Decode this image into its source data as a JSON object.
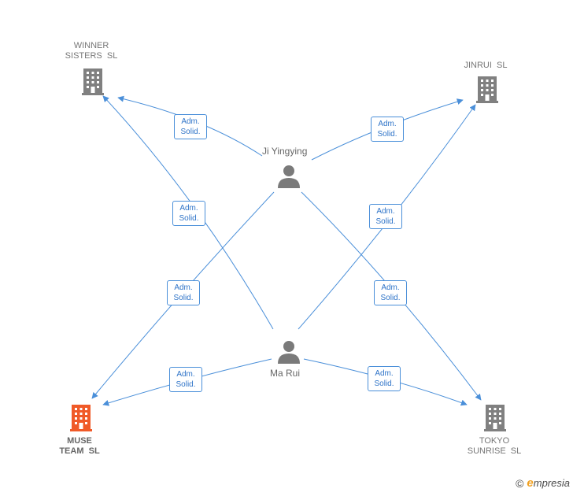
{
  "companies": {
    "winner": {
      "line1": "WINNER",
      "line2": "SISTERS  SL",
      "color": "#808080"
    },
    "jinrui": {
      "line1": "JINRUI  SL",
      "line2": "",
      "color": "#808080"
    },
    "muse": {
      "line1": "MUSE",
      "line2": "TEAM  SL",
      "color": "#f05a28"
    },
    "tokyo": {
      "line1": "TOKYO",
      "line2": "SUNRISE  SL",
      "color": "#808080"
    }
  },
  "persons": {
    "ji": {
      "name": "Ji Yingying",
      "color": "#7a7a7a"
    },
    "ma": {
      "name": "Ma Rui",
      "color": "#7a7a7a"
    }
  },
  "edge_label": {
    "line1": "Adm.",
    "line2": "Solid."
  },
  "edges": [
    {
      "id": "ji-winner",
      "from": "ji",
      "to": "winner"
    },
    {
      "id": "ji-jinrui",
      "from": "ji",
      "to": "jinrui"
    },
    {
      "id": "ji-muse",
      "from": "ji",
      "to": "muse"
    },
    {
      "id": "ji-tokyo",
      "from": "ji",
      "to": "tokyo"
    },
    {
      "id": "ma-winner",
      "from": "ma",
      "to": "winner"
    },
    {
      "id": "ma-jinrui",
      "from": "ma",
      "to": "jinrui"
    },
    {
      "id": "ma-muse",
      "from": "ma",
      "to": "muse"
    },
    {
      "id": "ma-tokyo",
      "from": "ma",
      "to": "tokyo"
    }
  ],
  "line_color": "#4a8fd9",
  "footer": {
    "copyright": "©",
    "brand_initial": "e",
    "brand_rest": "mpresia"
  }
}
